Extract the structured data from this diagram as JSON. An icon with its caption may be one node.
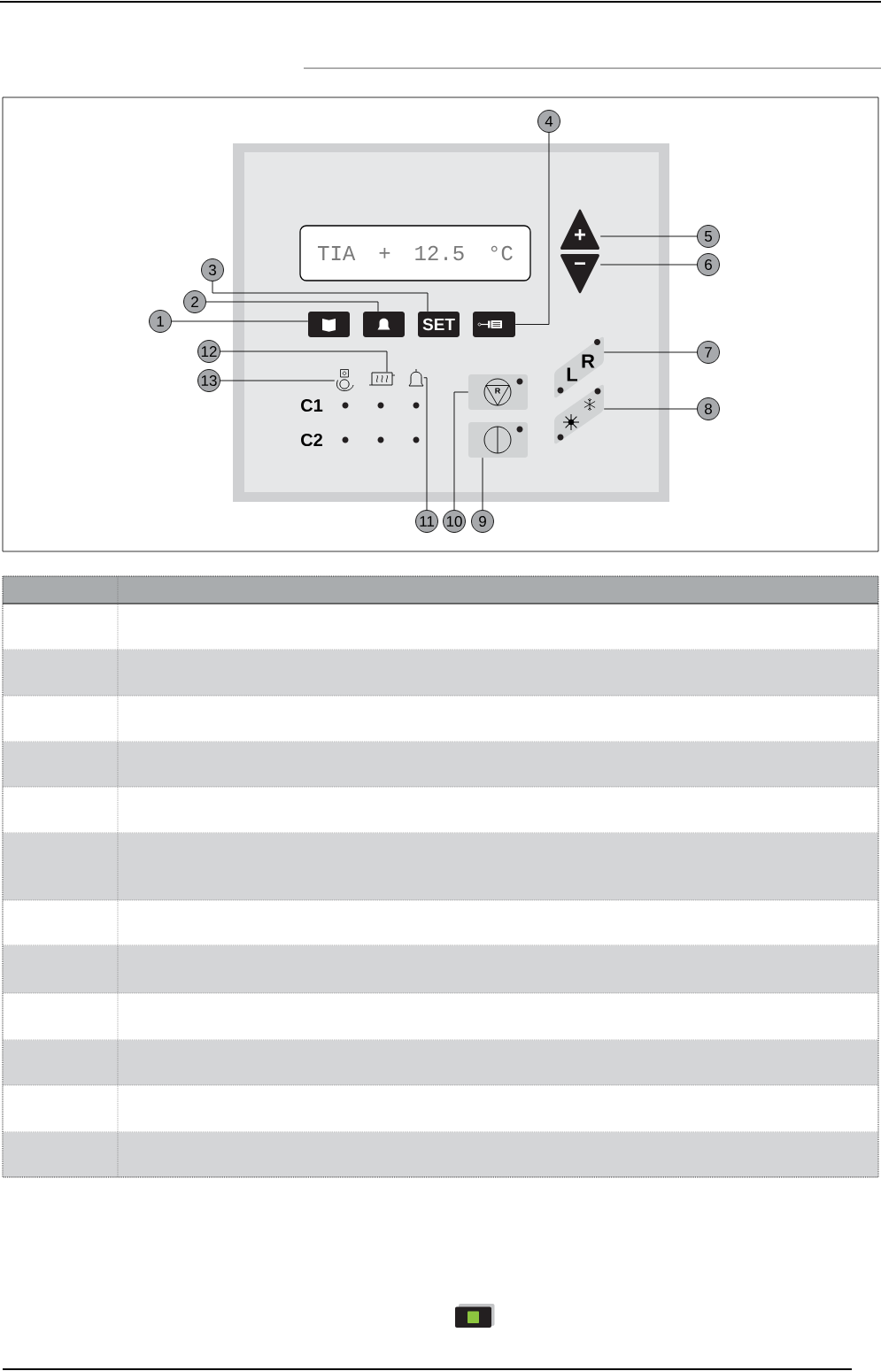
{
  "diagram": {
    "nodes": [
      {
        "text": [],
        "shape": "box"
      },
      {
        "text": [
          "TIA + 12.5 °C"
        ],
        "in": 0
      },
      {
        "text": [],
        "shape": "box",
        "in": 0
      },
      {
        "text": [],
        "shape": "box",
        "in": 0
      },
      {
        "text": [
          "SET"
        ],
        "in": 0
      },
      {
        "text": [],
        "shape": "box",
        "in": 0
      },
      {
        "text": [
          "+"
        ],
        "in": 0
      },
      {
        "text": [
          "−"
        ],
        "in": 0
      },
      {
        "text": [
          "L",
          "R"
        ],
        "in": 0
      },
      {
        "text": [],
        "shape": "parallelogram",
        "in": 0
      },
      {
        "text": [],
        "shape": "picture",
        "in": 0
      },
      {
        "text": [],
        "shape": "picture",
        "in": 0
      },
      {
        "text": [],
        "shape": "picture",
        "in": 0
      },
      {
        "text": [
          "R"
        ],
        "in": 0
      },
      {
        "text": [],
        "shape": "box",
        "in": 0
      },
      {
        "text": [
          "1"
        ]
      },
      {
        "text": [
          "2"
        ]
      },
      {
        "text": [
          "3"
        ]
      },
      {
        "text": [
          "4"
        ]
      },
      {
        "text": [
          "5"
        ]
      },
      {
        "text": [
          "6"
        ]
      },
      {
        "text": [
          "7"
        ]
      },
      {
        "text": [
          "8"
        ]
      },
      {
        "text": [
          "9"
        ]
      },
      {
        "text": [
          "10"
        ]
      },
      {
        "text": [
          "11"
        ]
      },
      {
        "text": [
          "12"
        ]
      },
      {
        "text": [
          "13"
        ]
      }
    ],
    "edges": [
      {
        "from": 15,
        "to": 2,
        "arrow": "none"
      },
      {
        "from": 16,
        "to": 3,
        "arrow": "none"
      },
      {
        "from": 17,
        "to": 4,
        "arrow": "none"
      },
      {
        "from": 18,
        "to": 5,
        "arrow": "none"
      },
      {
        "from": 19,
        "to": 6,
        "arrow": "none"
      },
      {
        "from": 20,
        "to": 7,
        "arrow": "none"
      },
      {
        "from": 21,
        "to": 8,
        "arrow": "none"
      },
      {
        "from": 22,
        "to": 9,
        "arrow": "none"
      },
      {
        "from": 23,
        "to": 14,
        "arrow": "none"
      },
      {
        "from": 24,
        "to": 13,
        "arrow": "none"
      },
      {
        "from": 25,
        "to": 12,
        "arrow": "none"
      },
      {
        "from": 26,
        "to": 11,
        "arrow": "none"
      },
      {
        "from": 27,
        "to": 10,
        "arrow": "none"
      }
    ],
    "labels": [
      "C1",
      "C2"
    ]
  }
}
